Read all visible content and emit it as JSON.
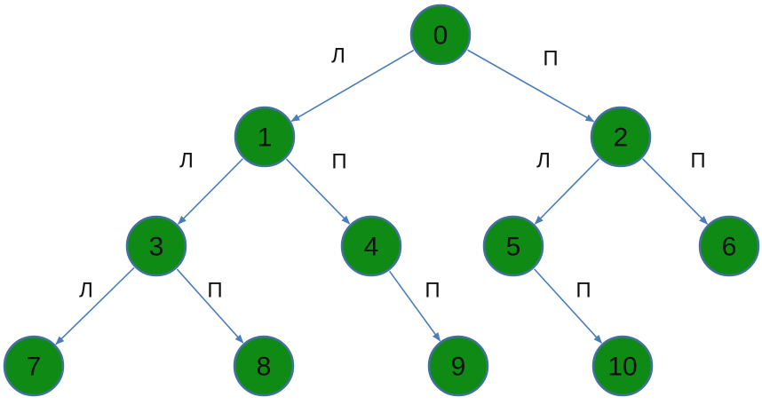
{
  "colors": {
    "node_fill": "#0f8a15",
    "node_border": "#41719c",
    "edge": "#4a7ebb",
    "text": "#111111"
  },
  "tree": {
    "nodes": [
      {
        "id": "0",
        "label": "0"
      },
      {
        "id": "1",
        "label": "1"
      },
      {
        "id": "2",
        "label": "2"
      },
      {
        "id": "3",
        "label": "3"
      },
      {
        "id": "4",
        "label": "4"
      },
      {
        "id": "5",
        "label": "5"
      },
      {
        "id": "6",
        "label": "6"
      },
      {
        "id": "7",
        "label": "7"
      },
      {
        "id": "8",
        "label": "8"
      },
      {
        "id": "9",
        "label": "9"
      },
      {
        "id": "10",
        "label": "10"
      }
    ],
    "edges": [
      {
        "from": "0",
        "to": "1",
        "label": "Л"
      },
      {
        "from": "0",
        "to": "2",
        "label": "П"
      },
      {
        "from": "1",
        "to": "3",
        "label": "Л"
      },
      {
        "from": "1",
        "to": "4",
        "label": "П"
      },
      {
        "from": "2",
        "to": "5",
        "label": "Л"
      },
      {
        "from": "2",
        "to": "6",
        "label": "П"
      },
      {
        "from": "3",
        "to": "7",
        "label": "Л"
      },
      {
        "from": "3",
        "to": "8",
        "label": "П"
      },
      {
        "from": "4",
        "to": "9",
        "label": "П"
      },
      {
        "from": "5",
        "to": "10",
        "label": "П"
      }
    ]
  }
}
